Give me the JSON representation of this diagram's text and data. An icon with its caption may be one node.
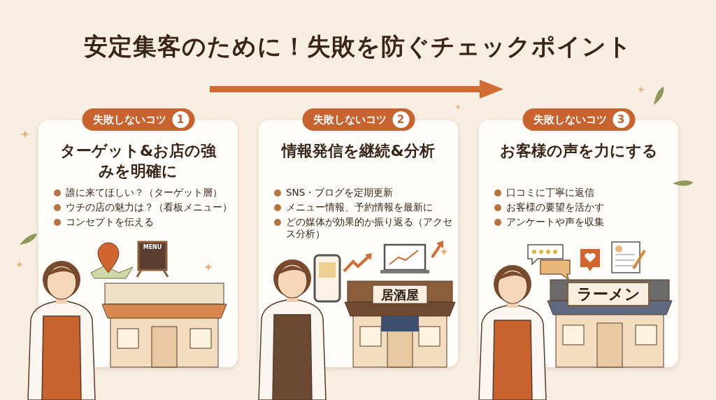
{
  "diagram": {
    "title": "安定集客のために！失敗を防ぐチェックポイント",
    "nodes": [
      {
        "text": [
          "失敗しないコツ",
          "1",
          "ターゲット&お店の強みを明確に",
          "誰に来てほしい？（ターゲット層）",
          "ウチの店の魅力は？（看板メニュー）",
          "コンセプトを伝える"
        ]
      },
      {
        "text": [
          "失敗しないコツ",
          "2",
          "情報発信を継続&分析",
          "SNS・ブログを定期更新",
          "メニュー情報、予約情報を最新に",
          "どの媒体が効果的か振り返る（アクセス分析）"
        ]
      },
      {
        "text": [
          "失敗しないコツ",
          "3",
          "お客様の声を力にする",
          "口コミに丁寧に返信",
          "お客様の要望を活かす",
          "アンケートや声を収集"
        ]
      }
    ],
    "edges": [],
    "labels": [
      "MENU",
      "居酒屋",
      "ラーメン"
    ]
  }
}
